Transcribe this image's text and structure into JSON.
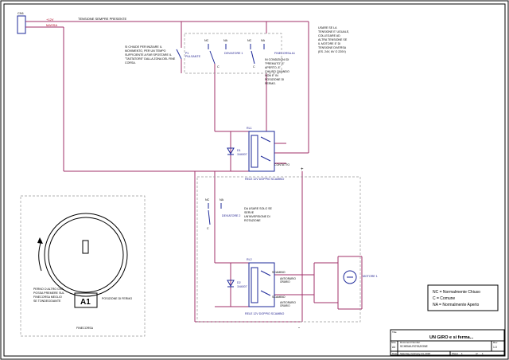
{
  "power": {
    "label_l1": "+12V",
    "label_l2": "MASSA",
    "connector": "CN1",
    "tension_label": "TENSIONE SEMPRE PRESENTE"
  },
  "note_top": {
    "lines": [
      "USARE SE LA",
      "TENSIONE E' UGUALE,",
      "COLLEGARE AD",
      "ALTRA TENSIONE SE",
      "IL MOTORE E' DI",
      "TENSIONE DIVERSA",
      "(ES. 24V, 6V O 220V)"
    ]
  },
  "note_pulsante": {
    "lines": [
      "SI CHIUDE PER INIZIARE IL",
      "MOVIMENTO, PER UN TEMPO",
      "SUFFICIENTE A FAR SPOSTARE IL",
      "\"TASTATORE\" DALLA ZONA DEL FINE",
      "CORSA."
    ]
  },
  "pulsante": {
    "ref": "P1",
    "name": "PULSANTE"
  },
  "deviatore1": {
    "name": "DEVIATORE 1",
    "nc": "NC",
    "na": "NA",
    "c": "C"
  },
  "finecorsa": {
    "name": "FINECORSA A1",
    "nc": "NC",
    "na": "NA",
    "c": "C"
  },
  "note_finecorsa": {
    "lines": [
      "IN CONDIZIONI DI",
      "\"PREMUTO\" E'",
      "APERTO, E'",
      "CHIUSO QUANDO",
      "NON E' IN",
      "POSIZIONE DI",
      "FERMO."
    ]
  },
  "relay1": {
    "ref": "RL1",
    "name": "RELE 12V DOPPIO SCAMBIO",
    "contact": "CONTATTO"
  },
  "diode1": {
    "ref": "D1",
    "name": "1N4007"
  },
  "deviatore2": {
    "name": "DEVIATORE 2",
    "nc": "NC",
    "na": "NA",
    "c": "C"
  },
  "note_deviatore2": {
    "lines": [
      "DA USARE SOLO SE",
      "SERVE",
      "UN'INVERSIONE DI",
      "ROTAZIONE"
    ]
  },
  "relay2": {
    "ref": "RL2",
    "name": "RELE 12V DOPPIO SCAMBIO",
    "scambio1": "SCAMBIO",
    "scambio2": "SCAMBIO",
    "motor_label": "ANTIORARIO",
    "motor_label2": "ORARIO",
    "motor_label3": "ANTIORARIO",
    "motor_label4": "ORARIO"
  },
  "diode2": {
    "ref": "D2",
    "name": "1N4007"
  },
  "motor": {
    "name": "MOTORE 1"
  },
  "mechanism": {
    "label_a1": "A1",
    "note_left": [
      "PERNO O ALTRO CHE",
      "POSSA PREMERE SUL",
      "FINECORSA MEGLIO",
      "SE TONDEGGIANTE"
    ],
    "posizione": "POSIZIONE DI FERMO",
    "finecorsa": "FINECORSA"
  },
  "legend": {
    "lines": [
      "NC = Normalmente Chiuso",
      "C  = Comune",
      "NA = Normalmente Aperto"
    ]
  },
  "title_block": {
    "title_label": "Title",
    "title": "UN GIRO e si ferma...",
    "size_label": "Size",
    "size": "A4",
    "doc_label": "Document Number",
    "doc": "SCHEMA ROTAZIONE",
    "rev_label": "Rev",
    "rev": "1.0",
    "date_label": "Date:",
    "date": "Saturday, February 24, 2018",
    "sheet_label": "Sheet",
    "sheet": "1",
    "of": "of",
    "of_val": "1"
  },
  "colors": {
    "wire": "#a0306a",
    "part": "#1e2a9a",
    "border": "#000000"
  }
}
